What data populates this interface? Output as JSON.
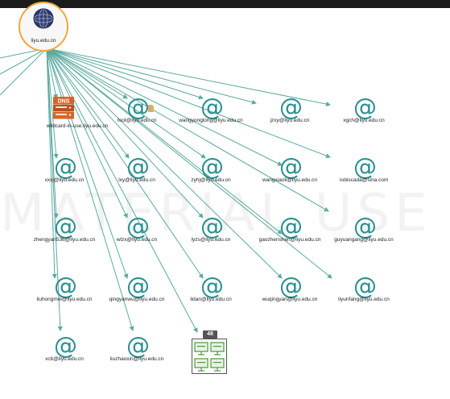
{
  "root": {
    "label": "liyu.edu.cn",
    "icon": "globe-icon",
    "ring_color": "#f2a63a"
  },
  "watermark_text": "MATERIAL USE",
  "accent_color": "#2a8f90",
  "edge_color": "#5aa9a0",
  "nodes": [
    {
      "label": "wildcard-in-use.liyu.edu.cn",
      "type": "dns"
    },
    {
      "label": "root@liyu.edu.cn",
      "type": "email"
    },
    {
      "label": "wangyonglong@liyu.edu.cn",
      "type": "email"
    },
    {
      "label": "jzxy@liyu.edu.cn",
      "type": "email"
    },
    {
      "label": "xgch@liyu.edu.cn",
      "type": "email"
    },
    {
      "label": "xxxj@liyu.edu.cn",
      "type": "email"
    },
    {
      "label": "lxy@liyu.edu.cn",
      "type": "email"
    },
    {
      "label": "zyhj@liyu.edu.cn",
      "type": "email"
    },
    {
      "label": "wangxiaoli@liyu.edu.cn",
      "type": "email"
    },
    {
      "label": "rubiscada@sina.com",
      "type": "email"
    },
    {
      "label": "zhengyan536@liyu.edu.cn",
      "type": "email"
    },
    {
      "label": "wlzx@liyu.edu.cn",
      "type": "email"
    },
    {
      "label": "lyzs@liyu.edu.cn",
      "type": "email"
    },
    {
      "label": "gaozhenshen@liyu.edu.cn",
      "type": "email"
    },
    {
      "label": "guyuangang@liyu.edu.cn",
      "type": "email"
    },
    {
      "label": "liuhongmei@liyu.edu.cn",
      "type": "email"
    },
    {
      "label": "qingyanwu@liyu.edu.cn",
      "type": "email"
    },
    {
      "label": "lidan@liyu.edu.cn",
      "type": "email"
    },
    {
      "label": "wuqingyan@liyu.edu.cn",
      "type": "email"
    },
    {
      "label": "liyunfang@liyu.edu.cn",
      "type": "email"
    },
    {
      "label": "xcb@liyu.edu.cn",
      "type": "email"
    },
    {
      "label": "liuzhaoxin@liyu.edu.cn",
      "type": "email"
    }
  ],
  "dns_icon_text": "DNS",
  "cluster": {
    "count": "48",
    "icon": "computer-group-icon"
  }
}
